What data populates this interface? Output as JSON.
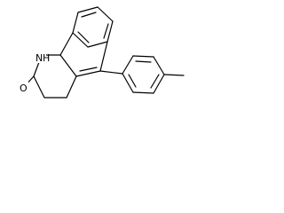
{
  "structure": {
    "atom_labels": {
      "nitrogen": "N",
      "nitrogen_hydrogen": "H",
      "oxygen": "O"
    },
    "colors": {
      "bonds": "#000000",
      "labels": "#000000",
      "background": "#ffffff"
    }
  }
}
